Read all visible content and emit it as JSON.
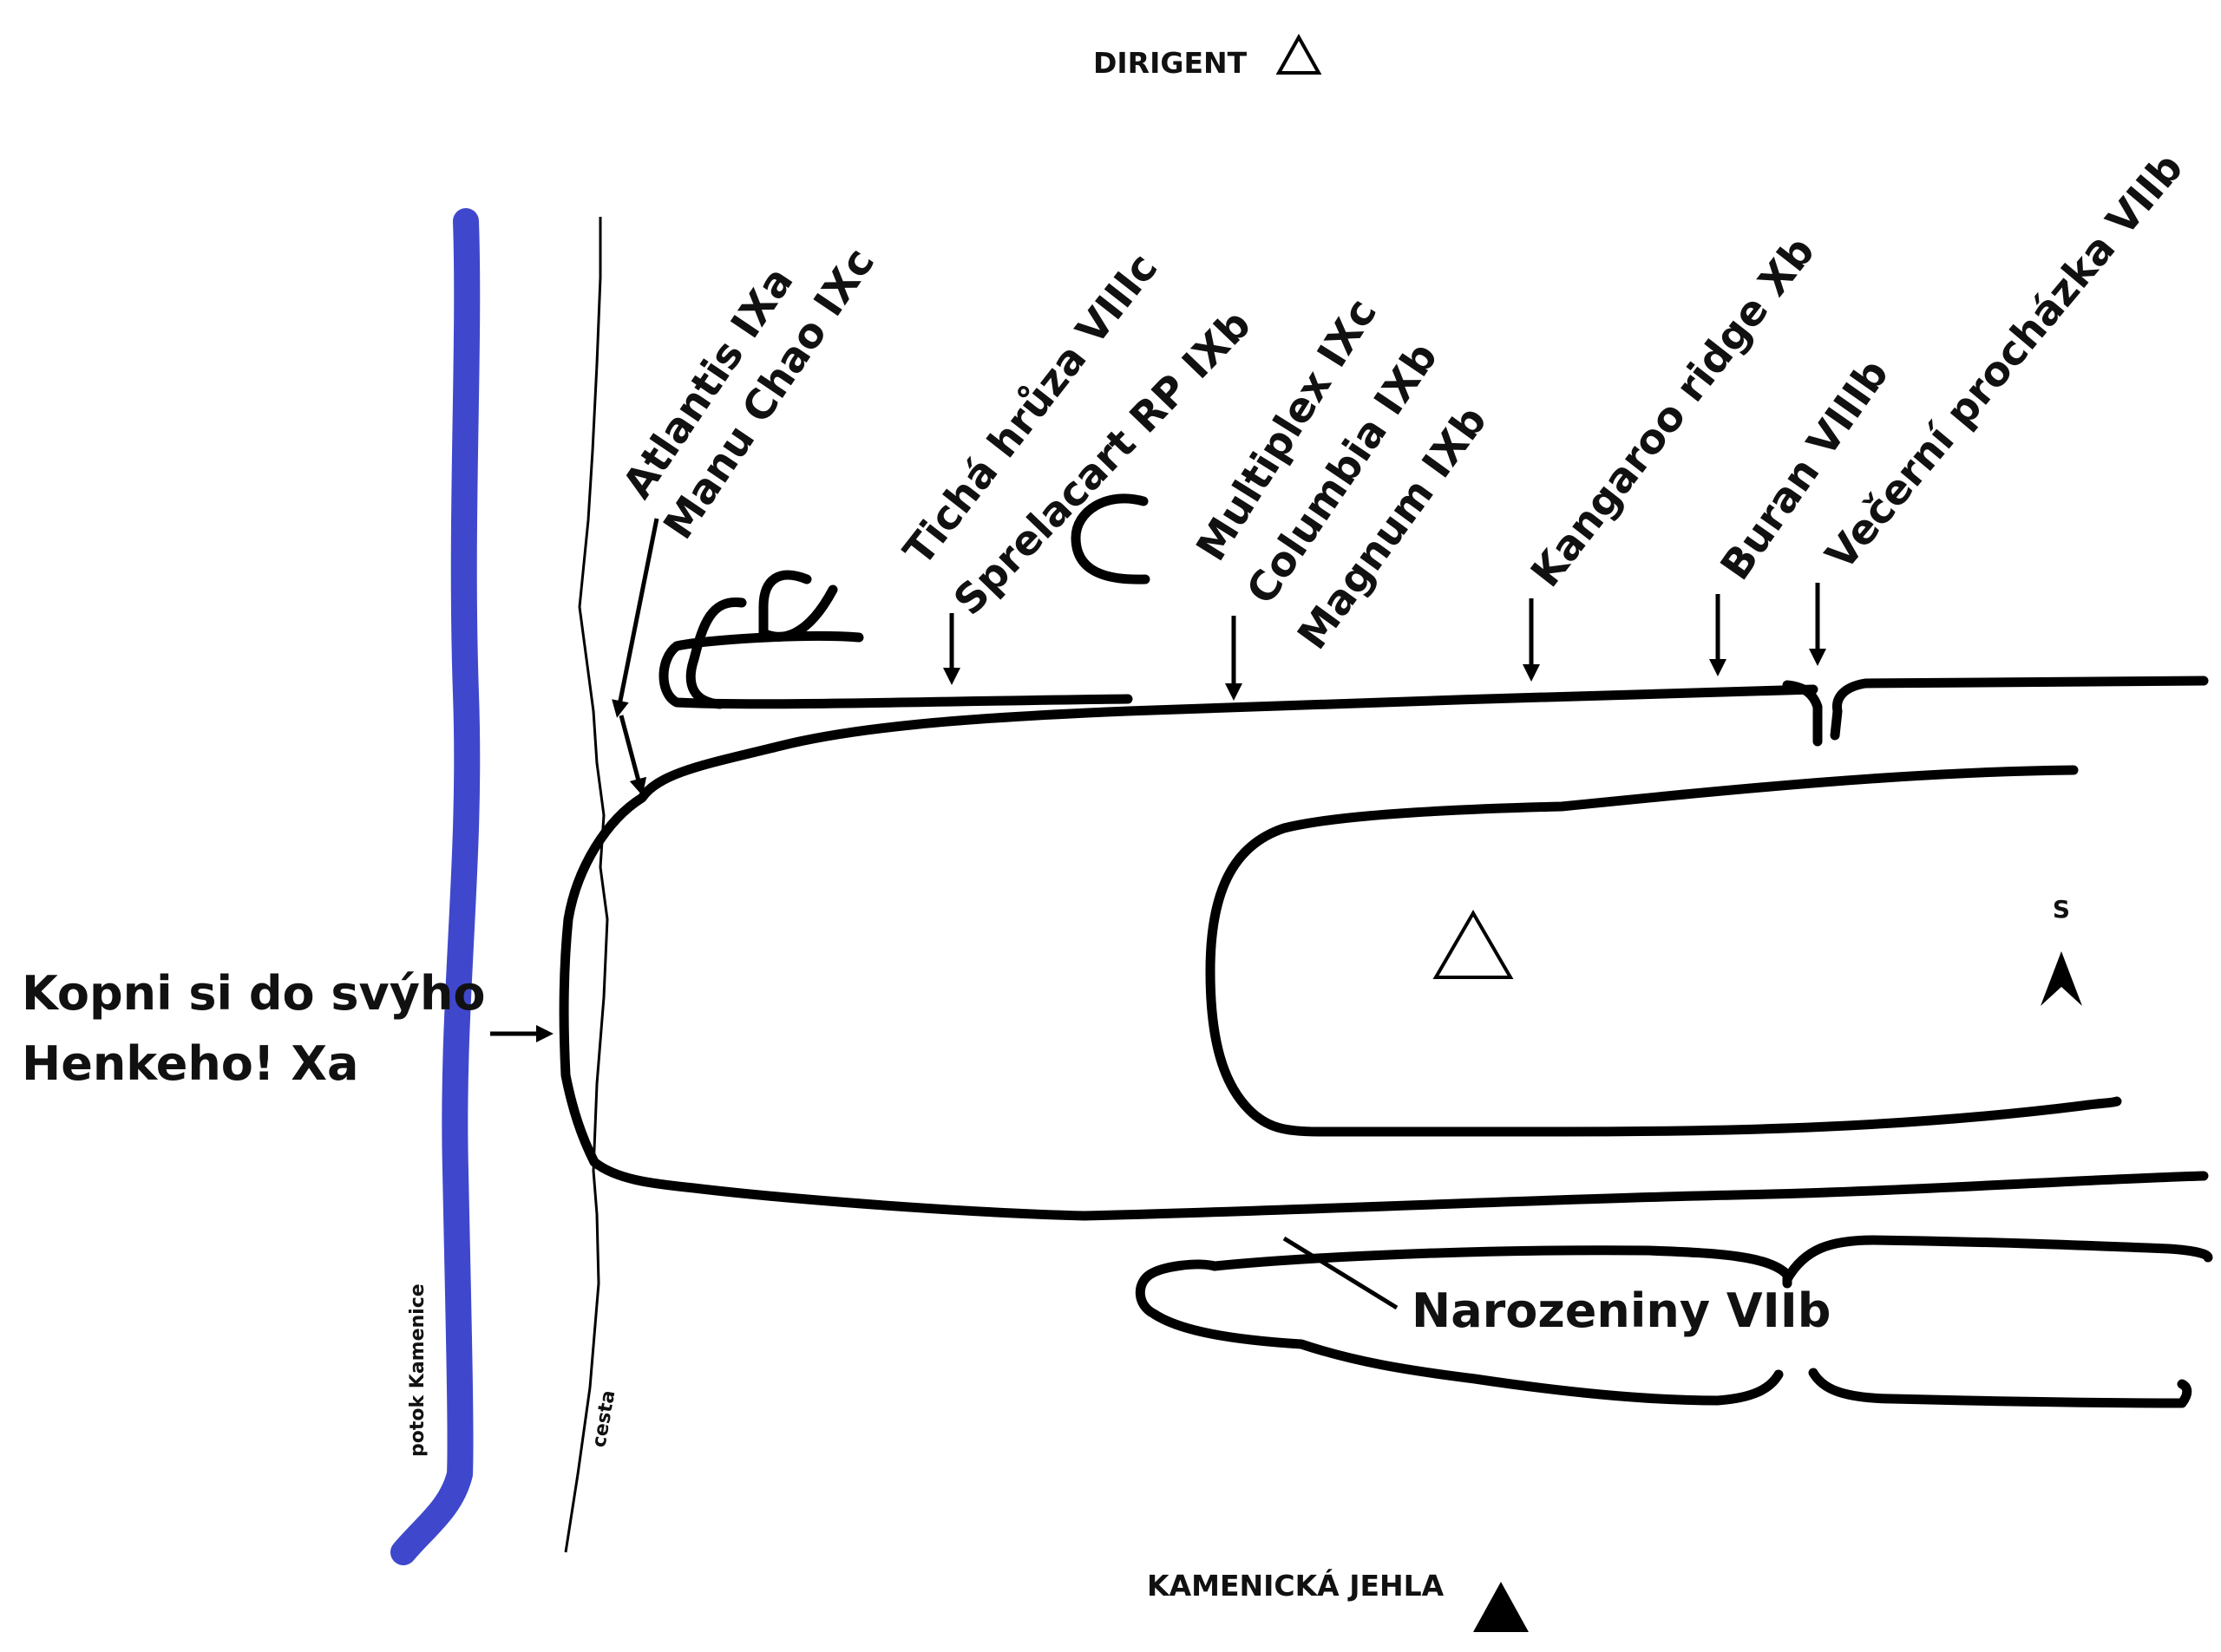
{
  "peaks": {
    "top": "DIRIGENT",
    "bottom": "KAMENICKÁ JEHLA",
    "summit_marker": "open-triangle-icon",
    "north_marker": "S"
  },
  "features": {
    "stream": "potok Kamenice",
    "path": "cesta",
    "stream_color": "#3f48cc"
  },
  "routes": [
    "Atlantis IXa",
    "Manu Chao IXc",
    "Tichá hrůza VIIIc",
    "Sprelacart RP IXb",
    "Multiplex IXc",
    "Columbia IXb",
    "Magnum IXb",
    "Kangaroo ridge Xb",
    "Buran VIIIb",
    "Večerní procházka VIIb"
  ],
  "west_route": {
    "line1": "Kopni si do svýho",
    "line2": "Henkeho!  Xa"
  },
  "south_route": "Narozeniny VIIb"
}
